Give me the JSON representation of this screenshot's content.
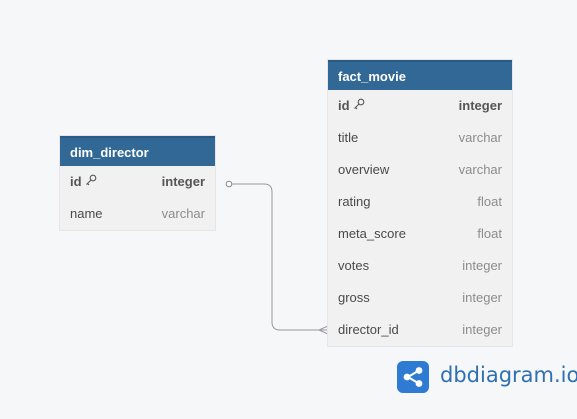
{
  "tables": {
    "dim_director": {
      "name": "dim_director",
      "columns": [
        {
          "name": "id",
          "type": "integer",
          "pk": true
        },
        {
          "name": "name",
          "type": "varchar"
        }
      ]
    },
    "fact_movie": {
      "name": "fact_movie",
      "columns": [
        {
          "name": "id",
          "type": "integer",
          "pk": true
        },
        {
          "name": "title",
          "type": "varchar"
        },
        {
          "name": "overview",
          "type": "varchar"
        },
        {
          "name": "rating",
          "type": "float"
        },
        {
          "name": "meta_score",
          "type": "float"
        },
        {
          "name": "votes",
          "type": "integer"
        },
        {
          "name": "gross",
          "type": "integer"
        },
        {
          "name": "director_id",
          "type": "integer"
        }
      ]
    }
  },
  "relationship": {
    "from": "dim_director.id",
    "to": "fact_movie.director_id",
    "from_cardinality": "one",
    "to_cardinality": "many"
  },
  "brand": {
    "name": "dbdiagram",
    "suffix": ".io",
    "icon": "share-icon"
  },
  "colors": {
    "header": "#316896",
    "brand": "#2f7bd3",
    "background": "#f6f7f9"
  }
}
